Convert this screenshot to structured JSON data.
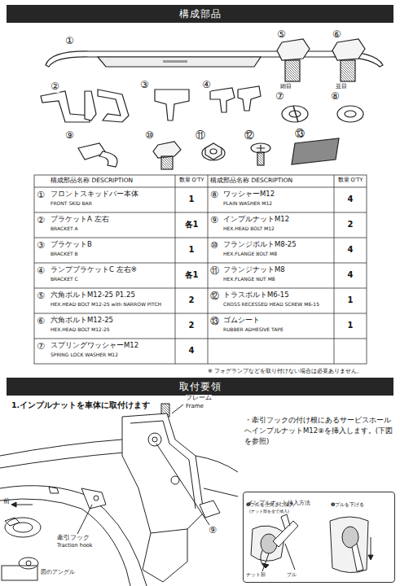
{
  "diagram": {
    "nodes": [
      {
        "text": [
          "構成部品"
        ]
      },
      {
        "text": [
          "取付要領"
        ]
      },
      {
        "text": [
          "インプルナット挿入方法"
        ]
      }
    ],
    "labels": [
      "①",
      "②",
      "③",
      "④",
      "⑤",
      "⑥",
      "⑦",
      "⑧",
      "⑨",
      "⑩",
      "⑪",
      "⑫",
      "⑬",
      "細目",
      "並目",
      "構成部品名称 DESCRIPTION",
      "数量 Q'TY",
      "構成部品名称 DESCRIPTION",
      "数量 Q'TY",
      "①",
      "フロントスキッドバー本体",
      "FRONT SKID BAR",
      "1",
      "②",
      "ブラケットA 左右",
      "BRACKET A",
      "各1",
      "③",
      "ブラケットB",
      "BRACKET B",
      "1",
      "④",
      "ランプブラケットC 左右※",
      "BRACKET C",
      "各1",
      "⑤",
      "六角ボルトM12-25 P1.25",
      "HEX.HEAD BOLT M12-25 with NARROW PITCH",
      "2",
      "⑥",
      "六角ボルトM12-25",
      "HEX.HEAD BOLT M12-25",
      "2",
      "⑦",
      "スプリングワッシャーM12",
      "SPRING LOCK WASHER M12",
      "4",
      "⑧",
      "ワッシャーM12",
      "PLAIN WASHER M12",
      "4",
      "⑨",
      "インプルナットM12",
      "HEX.HEAD BOLT M12",
      "2",
      "⑩",
      "フランジボルトM8-25",
      "HEX.FLANGE BOLT M8",
      "4",
      "⑪",
      "フランジナットM8",
      "HEX.FLANGE NUT M8",
      "4",
      "⑫",
      "トラスボルトM6-15",
      "CROSS RECESSED HEAD SCREW M6-15",
      "1",
      "⑬",
      "ゴムシート",
      "RUBBER ADHESIVE TAPE",
      "1",
      "※ フォグランプなどを取り付けない場合は必要ありません。",
      "1.インプルナットを車体に取付けます",
      "フレーム",
      "Frame",
      "前",
      "牽引フック",
      "Traction hook",
      "図のアングル",
      "⑨",
      "・牽引フックの付け根にあるサービスホールへインプルナットM12⑨を挿入します。(下図を参照)",
      "❶プルを上向きに挿入",
      "(ナット部を全て挿入)",
      "❷プルを下げる",
      "ナット部",
      "プル"
    ]
  }
}
